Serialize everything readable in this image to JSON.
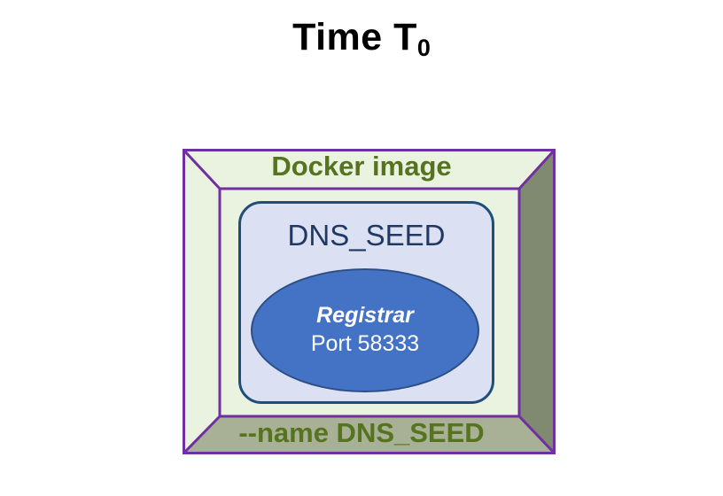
{
  "title": {
    "main": "Time T",
    "subscript": "0"
  },
  "frame": {
    "top_label": "Docker image",
    "bottom_label": "--name DNS_SEED",
    "border_color": "#7030a0",
    "face_light_color": "#eaf2e0",
    "face_right_color": "#7f8a70",
    "face_bottom_color": "#a8b096",
    "inner_face_color": "#eaf2e0",
    "label_color": "#56731f"
  },
  "container": {
    "name": "DNS_SEED",
    "fill_color": "#dbe0f2",
    "border_color": "#1f4e79",
    "text_color": "#1f3864"
  },
  "node": {
    "role": "Registrar",
    "port": "Port 58333",
    "fill_color": "#4472c4",
    "border_color": "#2d4f86",
    "text_color": "#ffffff"
  }
}
